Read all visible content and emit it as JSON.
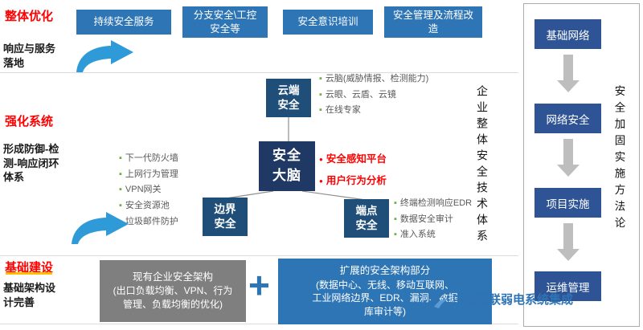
{
  "top": {
    "label": "整体优化",
    "sublabel": "响应与服务落地",
    "boxes": [
      "持续安全服务",
      "分支安全\\工控安全等",
      "安全意识培训",
      "安全管理及流程改造"
    ]
  },
  "middle": {
    "label": "强化系统",
    "sublabel": "形成防御-检测-响应闭环体系",
    "vertical_label": "企业整体安全技术体系",
    "cloud": {
      "label": "云端安全",
      "items": [
        "云脑(威胁情报、检测能力)",
        "云眼、云盾、云镜",
        "在线专家"
      ]
    },
    "brain": {
      "label": "安全大脑",
      "highlights": [
        "安全感知平台",
        "用户行为分析"
      ]
    },
    "border": {
      "label": "边界安全",
      "items": [
        "下一代防火墙",
        "上网行为管理",
        "VPN网关",
        "安全资源池",
        "垃圾邮件防护"
      ]
    },
    "endpoint": {
      "label": "端点安全",
      "items": [
        "终端检测响应EDR",
        "数据安全审计",
        "准入系统"
      ]
    }
  },
  "bottom": {
    "label": "基础建设",
    "sublabel": "基础架构设计完善",
    "existing": {
      "title": "现有企业安全架构",
      "detail": "(出口负载均衡、VPN、行为管理、负载均衡的优化)"
    },
    "plus": "+",
    "extended": {
      "title": "扩展的安全架构部分",
      "detail": "(数据中心、无线、移动互联网、工业网络边界、EDR、漏洞、数据库审计等)"
    }
  },
  "methodology": {
    "vertical_label": "安全加固实施方法论",
    "steps": [
      "基础网络",
      "网络安全",
      "项目实施",
      "运维管理"
    ]
  },
  "watermark": "中诚智联弱电系统集成",
  "colors": {
    "box_blue": "#2E75B6",
    "node_blue": "#1F4E79",
    "brain_navy": "#1F3864",
    "step_blue": "#2F5496",
    "gray_box": "#7F7F7F",
    "accent_red": "#FF0000",
    "bullet_green": "#70AD47",
    "arrow_blue": "#2E9BD8"
  }
}
